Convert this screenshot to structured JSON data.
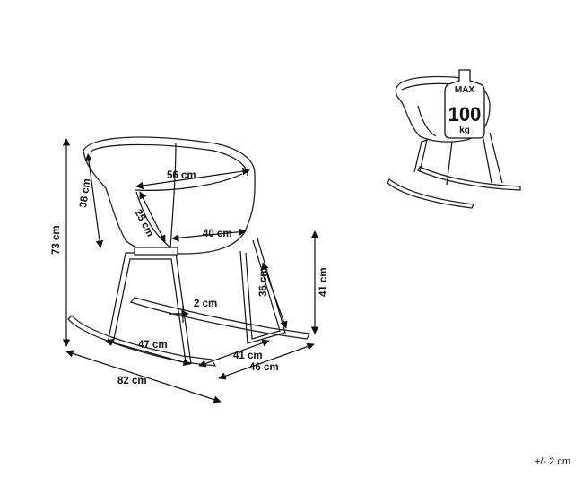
{
  "dimensions": {
    "height_total": "73 cm",
    "backrest_height": "38 cm",
    "seat_width": "56 cm",
    "seat_depth": "25 cm",
    "inner_width": "40 cm",
    "leg_height": "36 cm",
    "seat_height": "41 cm",
    "clearance": "2 cm",
    "leg_spacing": "47 cm",
    "runner_spacing": "41 cm",
    "overall_width": "46 cm",
    "overall_length": "82 cm"
  },
  "load": {
    "max_label": "MAX",
    "value": "100",
    "unit": "kg"
  },
  "tolerance": "+/- 2 cm"
}
